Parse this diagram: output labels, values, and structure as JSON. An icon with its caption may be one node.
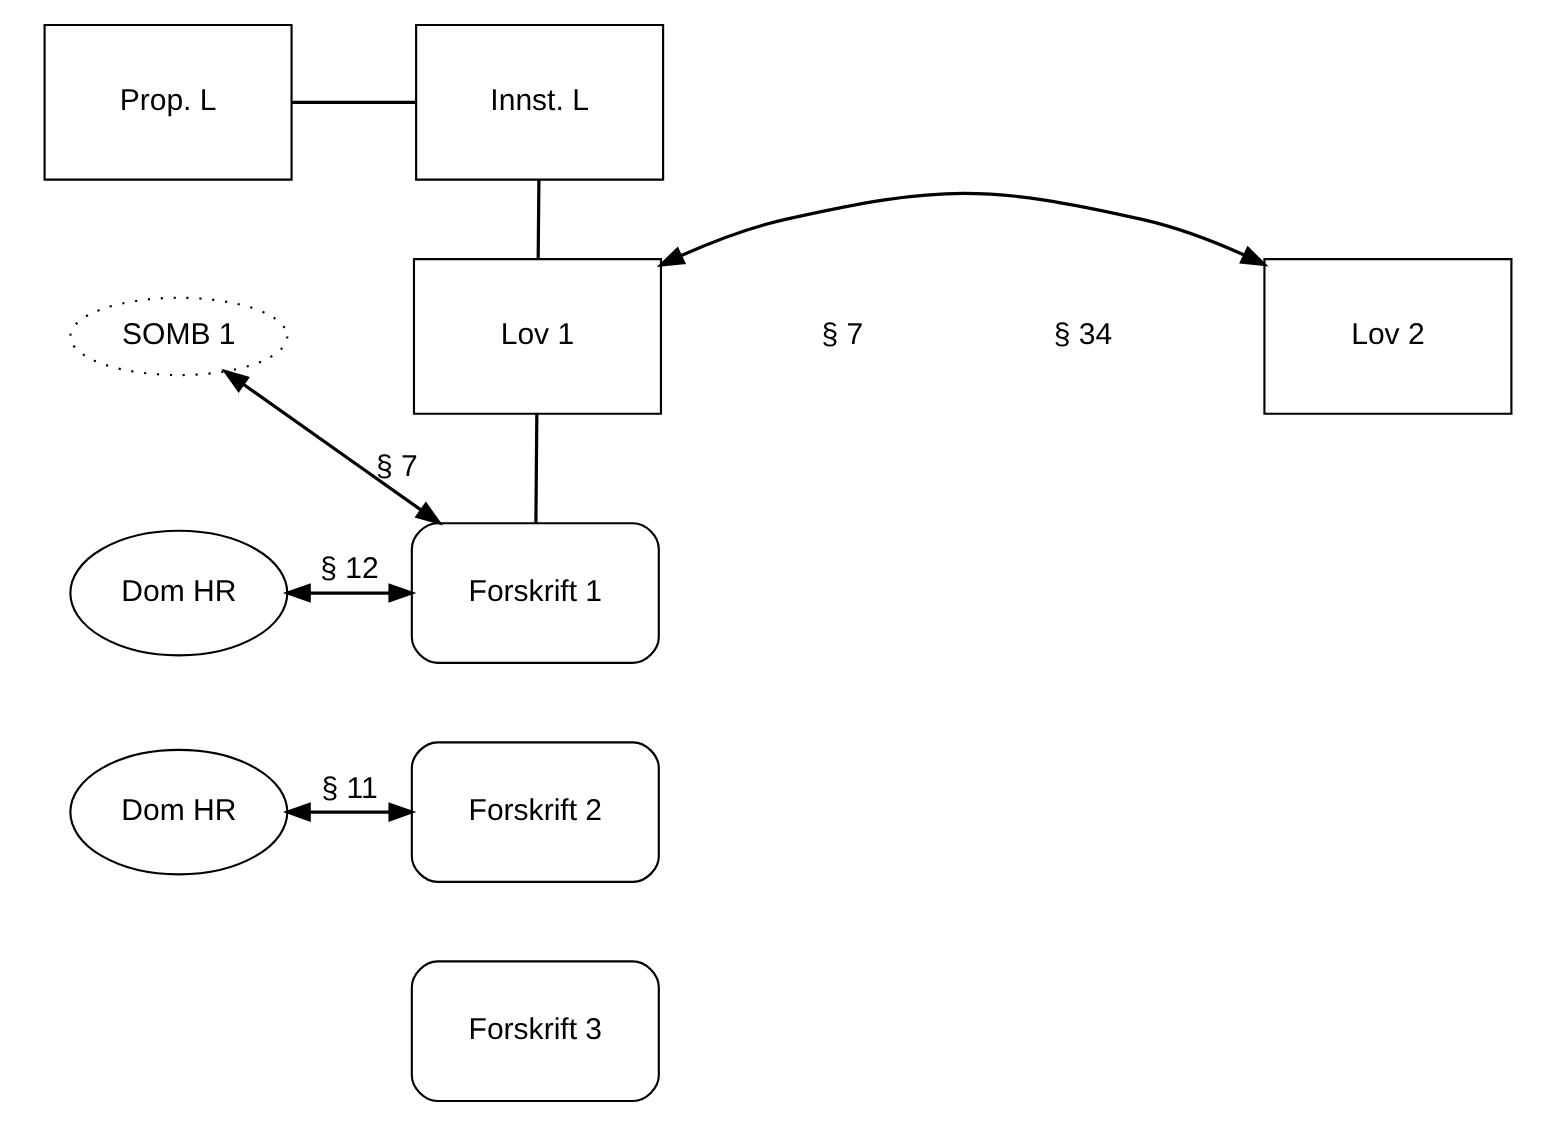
{
  "diagram": {
    "nodes": [
      {
        "text": [
          "Prop. L"
        ]
      },
      {
        "text": [
          "Innst. L"
        ]
      },
      {
        "text": [
          "Lov 1"
        ]
      },
      {
        "text": [
          "Lov 2"
        ]
      },
      {
        "text": [
          "SOMB 1"
        ]
      },
      {
        "text": [
          "Dom HR"
        ]
      },
      {
        "text": [
          "Forskrift 1"
        ]
      },
      {
        "text": [
          "Dom HR"
        ]
      },
      {
        "text": [
          "Forskrift 2"
        ]
      },
      {
        "text": [
          "Forskrift 3"
        ]
      }
    ],
    "edges": [
      {
        "from": 0,
        "to": 1,
        "arrow": "none"
      },
      {
        "from": 1,
        "to": 2,
        "arrow": "none"
      },
      {
        "from": 2,
        "to": 3,
        "arrow": "both"
      },
      {
        "from": 2,
        "to": 6,
        "arrow": "none"
      },
      {
        "from": 4,
        "to": 6,
        "arrow": "both",
        "label": "§ 7"
      },
      {
        "from": 5,
        "to": 6,
        "arrow": "both",
        "label": "§ 12"
      },
      {
        "from": 7,
        "to": 8,
        "arrow": "both",
        "label": "§ 11"
      }
    ],
    "labels": [
      "§ 7",
      "§ 34"
    ]
  }
}
